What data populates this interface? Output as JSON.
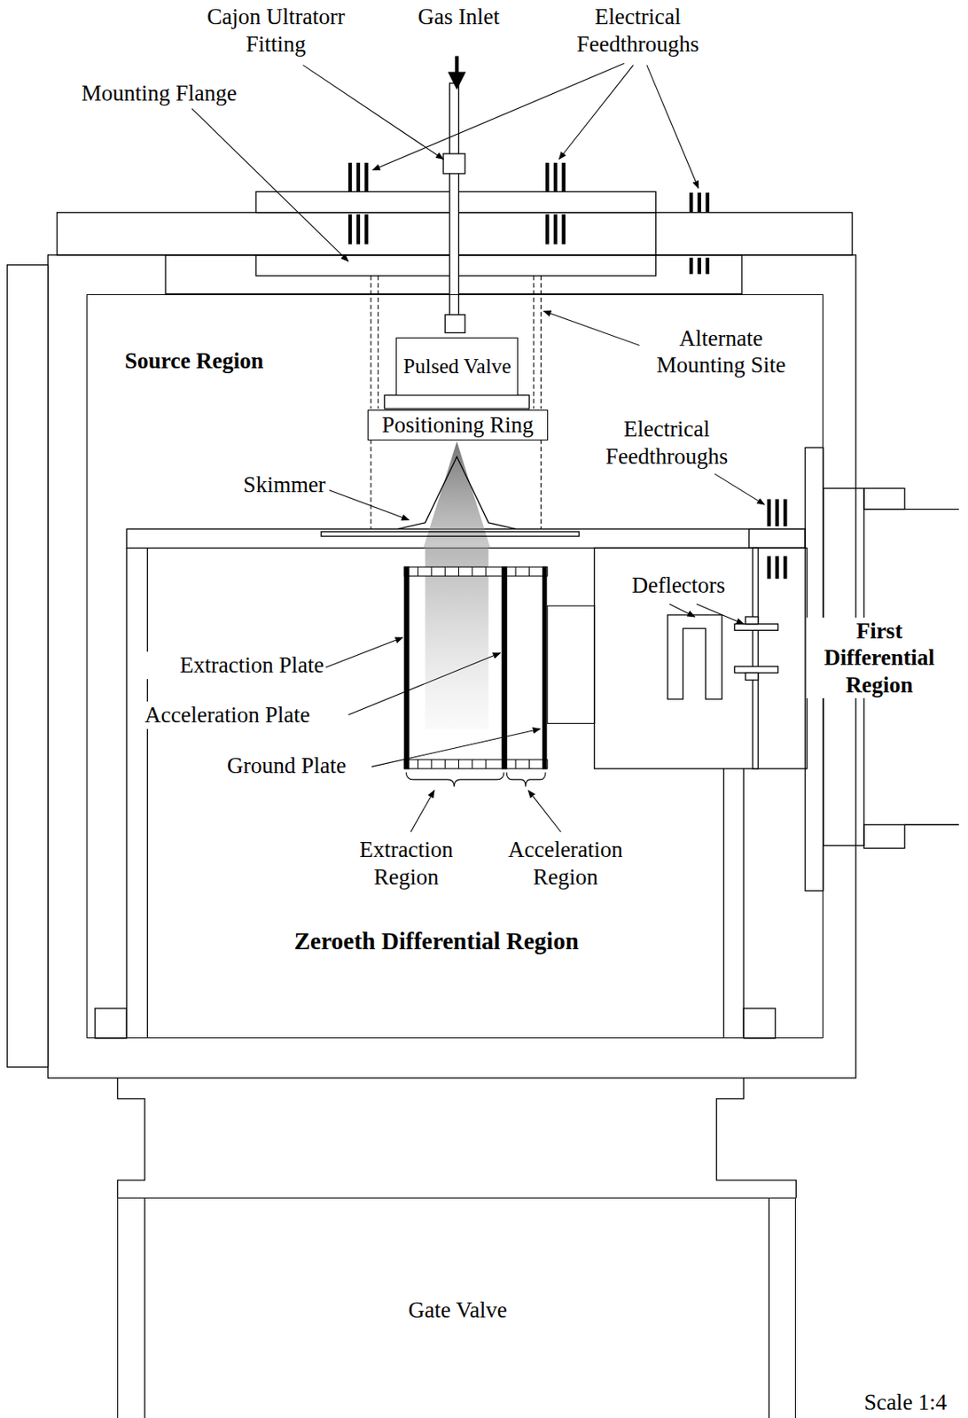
{
  "diagram": {
    "nodes": [
      {
        "text": [
          "Source Region"
        ]
      },
      {
        "text": [
          "Zeroeth Differential Region"
        ],
        "in": 0
      },
      {
        "text": [
          "Pulsed Valve"
        ],
        "in": 0
      },
      {
        "text": [
          "Positioning Ring"
        ],
        "in": 0
      },
      {
        "text": [
          "Gate Valve"
        ]
      }
    ],
    "labels": [
      "Cajon Ultratorr Fitting",
      "Gas Inlet",
      "Electrical Feedthroughs",
      "Mounting Flange",
      "Alternate Mounting Site",
      "Skimmer",
      "Electrical Feedthroughs",
      "Deflectors",
      "First Differential Region",
      "Extraction Plate",
      "Acceleration Plate",
      "Ground Plate",
      "Extraction Region",
      "Acceleration Region",
      "Scale 1:4"
    ]
  }
}
